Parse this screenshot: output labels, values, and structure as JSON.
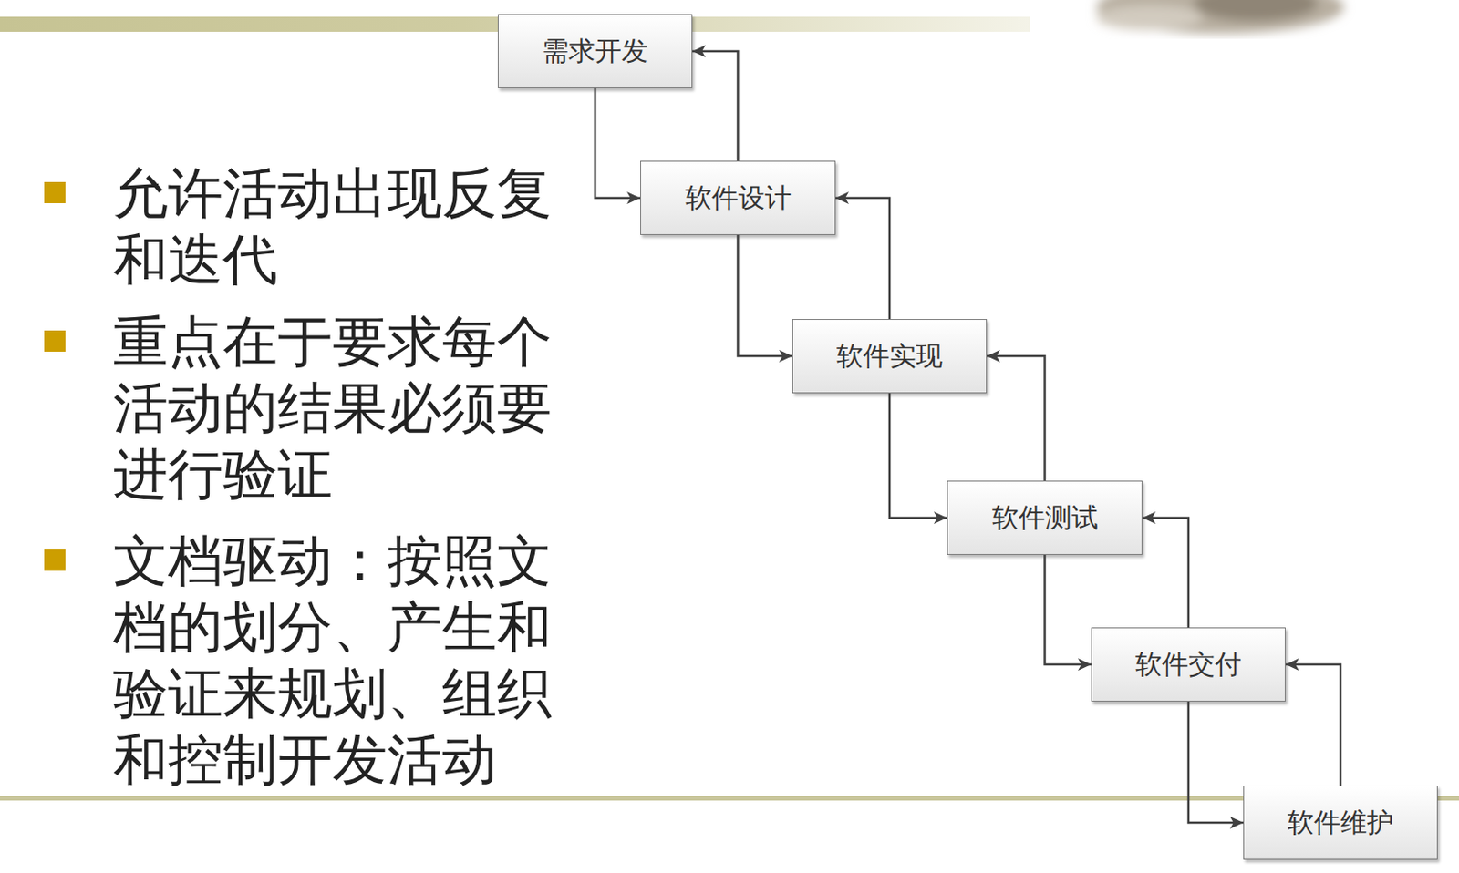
{
  "diagram": {
    "nodes": [
      {
        "text": [
          "需求开发"
        ]
      },
      {
        "text": [
          "软件设计"
        ]
      },
      {
        "text": [
          "软件实现"
        ]
      },
      {
        "text": [
          "软件测试"
        ]
      },
      {
        "text": [
          "软件交付"
        ]
      },
      {
        "text": [
          "软件维护"
        ]
      }
    ],
    "edges": [
      {
        "from": 0,
        "to": 1,
        "arrow": "to"
      },
      {
        "from": 1,
        "to": 0,
        "arrow": "to"
      },
      {
        "from": 1,
        "to": 2,
        "arrow": "to"
      },
      {
        "from": 2,
        "to": 1,
        "arrow": "to"
      },
      {
        "from": 2,
        "to": 3,
        "arrow": "to"
      },
      {
        "from": 3,
        "to": 2,
        "arrow": "to"
      },
      {
        "from": 3,
        "to": 4,
        "arrow": "to"
      },
      {
        "from": 4,
        "to": 3,
        "arrow": "to"
      },
      {
        "from": 4,
        "to": 5,
        "arrow": "to"
      },
      {
        "from": 5,
        "to": 4,
        "arrow": "to"
      }
    ],
    "labels": [
      "允许活动出现反复和迭代",
      "重点在于要求每个活动的结果必须要进行验证",
      "文档驱动：按照文档的划分、产生和验证来规划、组织和控制开发活动"
    ]
  }
}
